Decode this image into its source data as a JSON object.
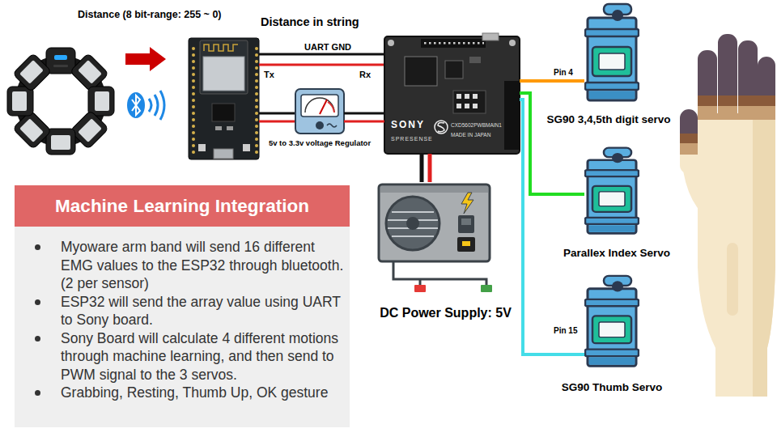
{
  "diagram": {
    "nodes": [
      {
        "text": [
          "5v to 3.3v voltage Regulator"
        ]
      },
      {
        "text": [
          "SONY",
          "CXD5602PWBMAIN1",
          "SPRESENSE",
          "MADE IN JAPAN"
        ]
      },
      {
        "text": [
          "SG90 3,4,5th digit servo"
        ]
      },
      {
        "text": [
          "Parallex Index Servo"
        ]
      },
      {
        "text": [
          "Machine Learning Integration",
          "Myoware arm band will send 16 different EMG values to the ESP32 through bluetooth. (2 per sensor)",
          "ESP32 will send the array value using UART to Sony board.",
          "Sony Board will calculate 4 different motions through machine learning, and then send to PWM signal to the 3 servos.",
          "Grabbing, Resting, Thumb Up, OK gesture"
        ]
      },
      {
        "text": [
          "DC Power Supply: 5V"
        ]
      },
      {
        "text": [
          "SG90 Thumb Servo"
        ]
      }
    ],
    "edges": [
      {
        "from": 0,
        "to": 1,
        "arrow": "none"
      },
      {
        "from": 1,
        "to": 2,
        "label": "Pin 4",
        "arrow": "none"
      },
      {
        "from": 1,
        "to": 3,
        "arrow": "none"
      },
      {
        "from": 1,
        "to": 6,
        "label": "Pin 15",
        "arrow": "none"
      },
      {
        "from": 5,
        "to": 1,
        "arrow": "none"
      }
    ],
    "labels": [
      "Distance (8 bit-range: 255 ~ 0)",
      "Distance in string",
      "UART GND",
      "Tx",
      "Rx"
    ]
  }
}
